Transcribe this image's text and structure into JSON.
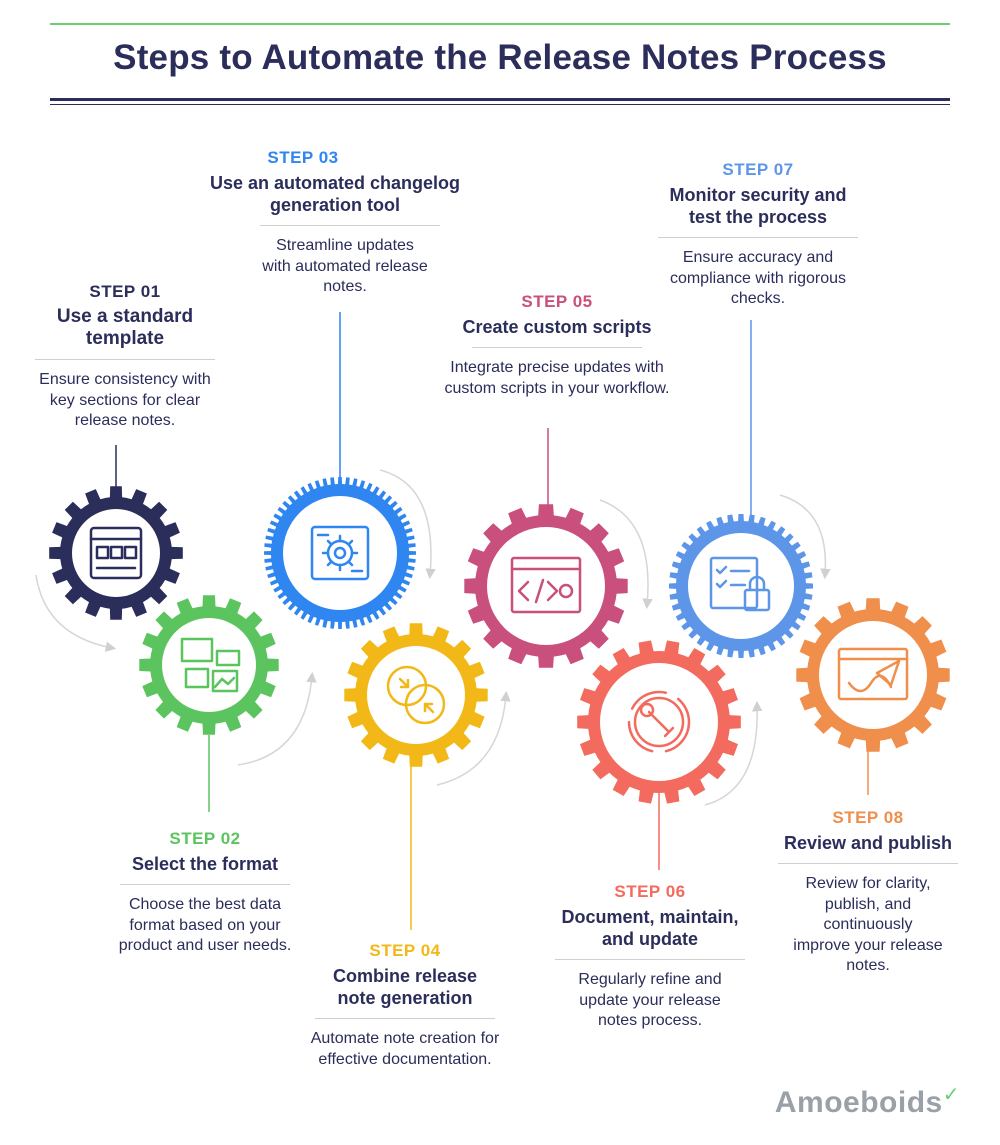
{
  "title": "Steps to Automate the Release Notes Process",
  "brand": "Amoeboids",
  "colors": {
    "navy": "#2b2d5a",
    "green": "#5cc45f",
    "blue": "#2f86f0",
    "yellow": "#f2b817",
    "magenta": "#c94f7c",
    "coral": "#f26b5e",
    "lightblue": "#5d96e8",
    "orange": "#f08e4c"
  },
  "steps": [
    {
      "num": "STEP 01",
      "title": "Use a standard template",
      "desc": "Ensure consistency with key sections for clear release notes.",
      "icon": "template-icon"
    },
    {
      "num": "STEP 02",
      "title": "Select the format",
      "desc": "Choose the best data format based on your product and user needs.",
      "icon": "format-icon"
    },
    {
      "num": "STEP 03",
      "title": "Use an automated changelog generation tool",
      "desc": "Streamline updates with automated release notes.",
      "icon": "gear-settings-icon"
    },
    {
      "num": "STEP 04",
      "title": "Combine release note generation",
      "desc": "Automate note creation for effective documentation.",
      "icon": "merge-icon"
    },
    {
      "num": "STEP 05",
      "title": "Create custom scripts",
      "desc": "Integrate precise updates with custom scripts in your workflow.",
      "icon": "code-window-icon"
    },
    {
      "num": "STEP 06",
      "title": "Document, maintain, and update",
      "desc": "Regularly refine and update your release notes process.",
      "icon": "maintenance-icon"
    },
    {
      "num": "STEP 07",
      "title": "Monitor security and test the process",
      "desc": "Ensure accuracy and compliance with rigorous checks.",
      "icon": "security-checklist-icon"
    },
    {
      "num": "STEP 08",
      "title": "Review and publish",
      "desc": "Review for clarity, publish, and continuously improve your release notes.",
      "icon": "publish-icon"
    }
  ]
}
